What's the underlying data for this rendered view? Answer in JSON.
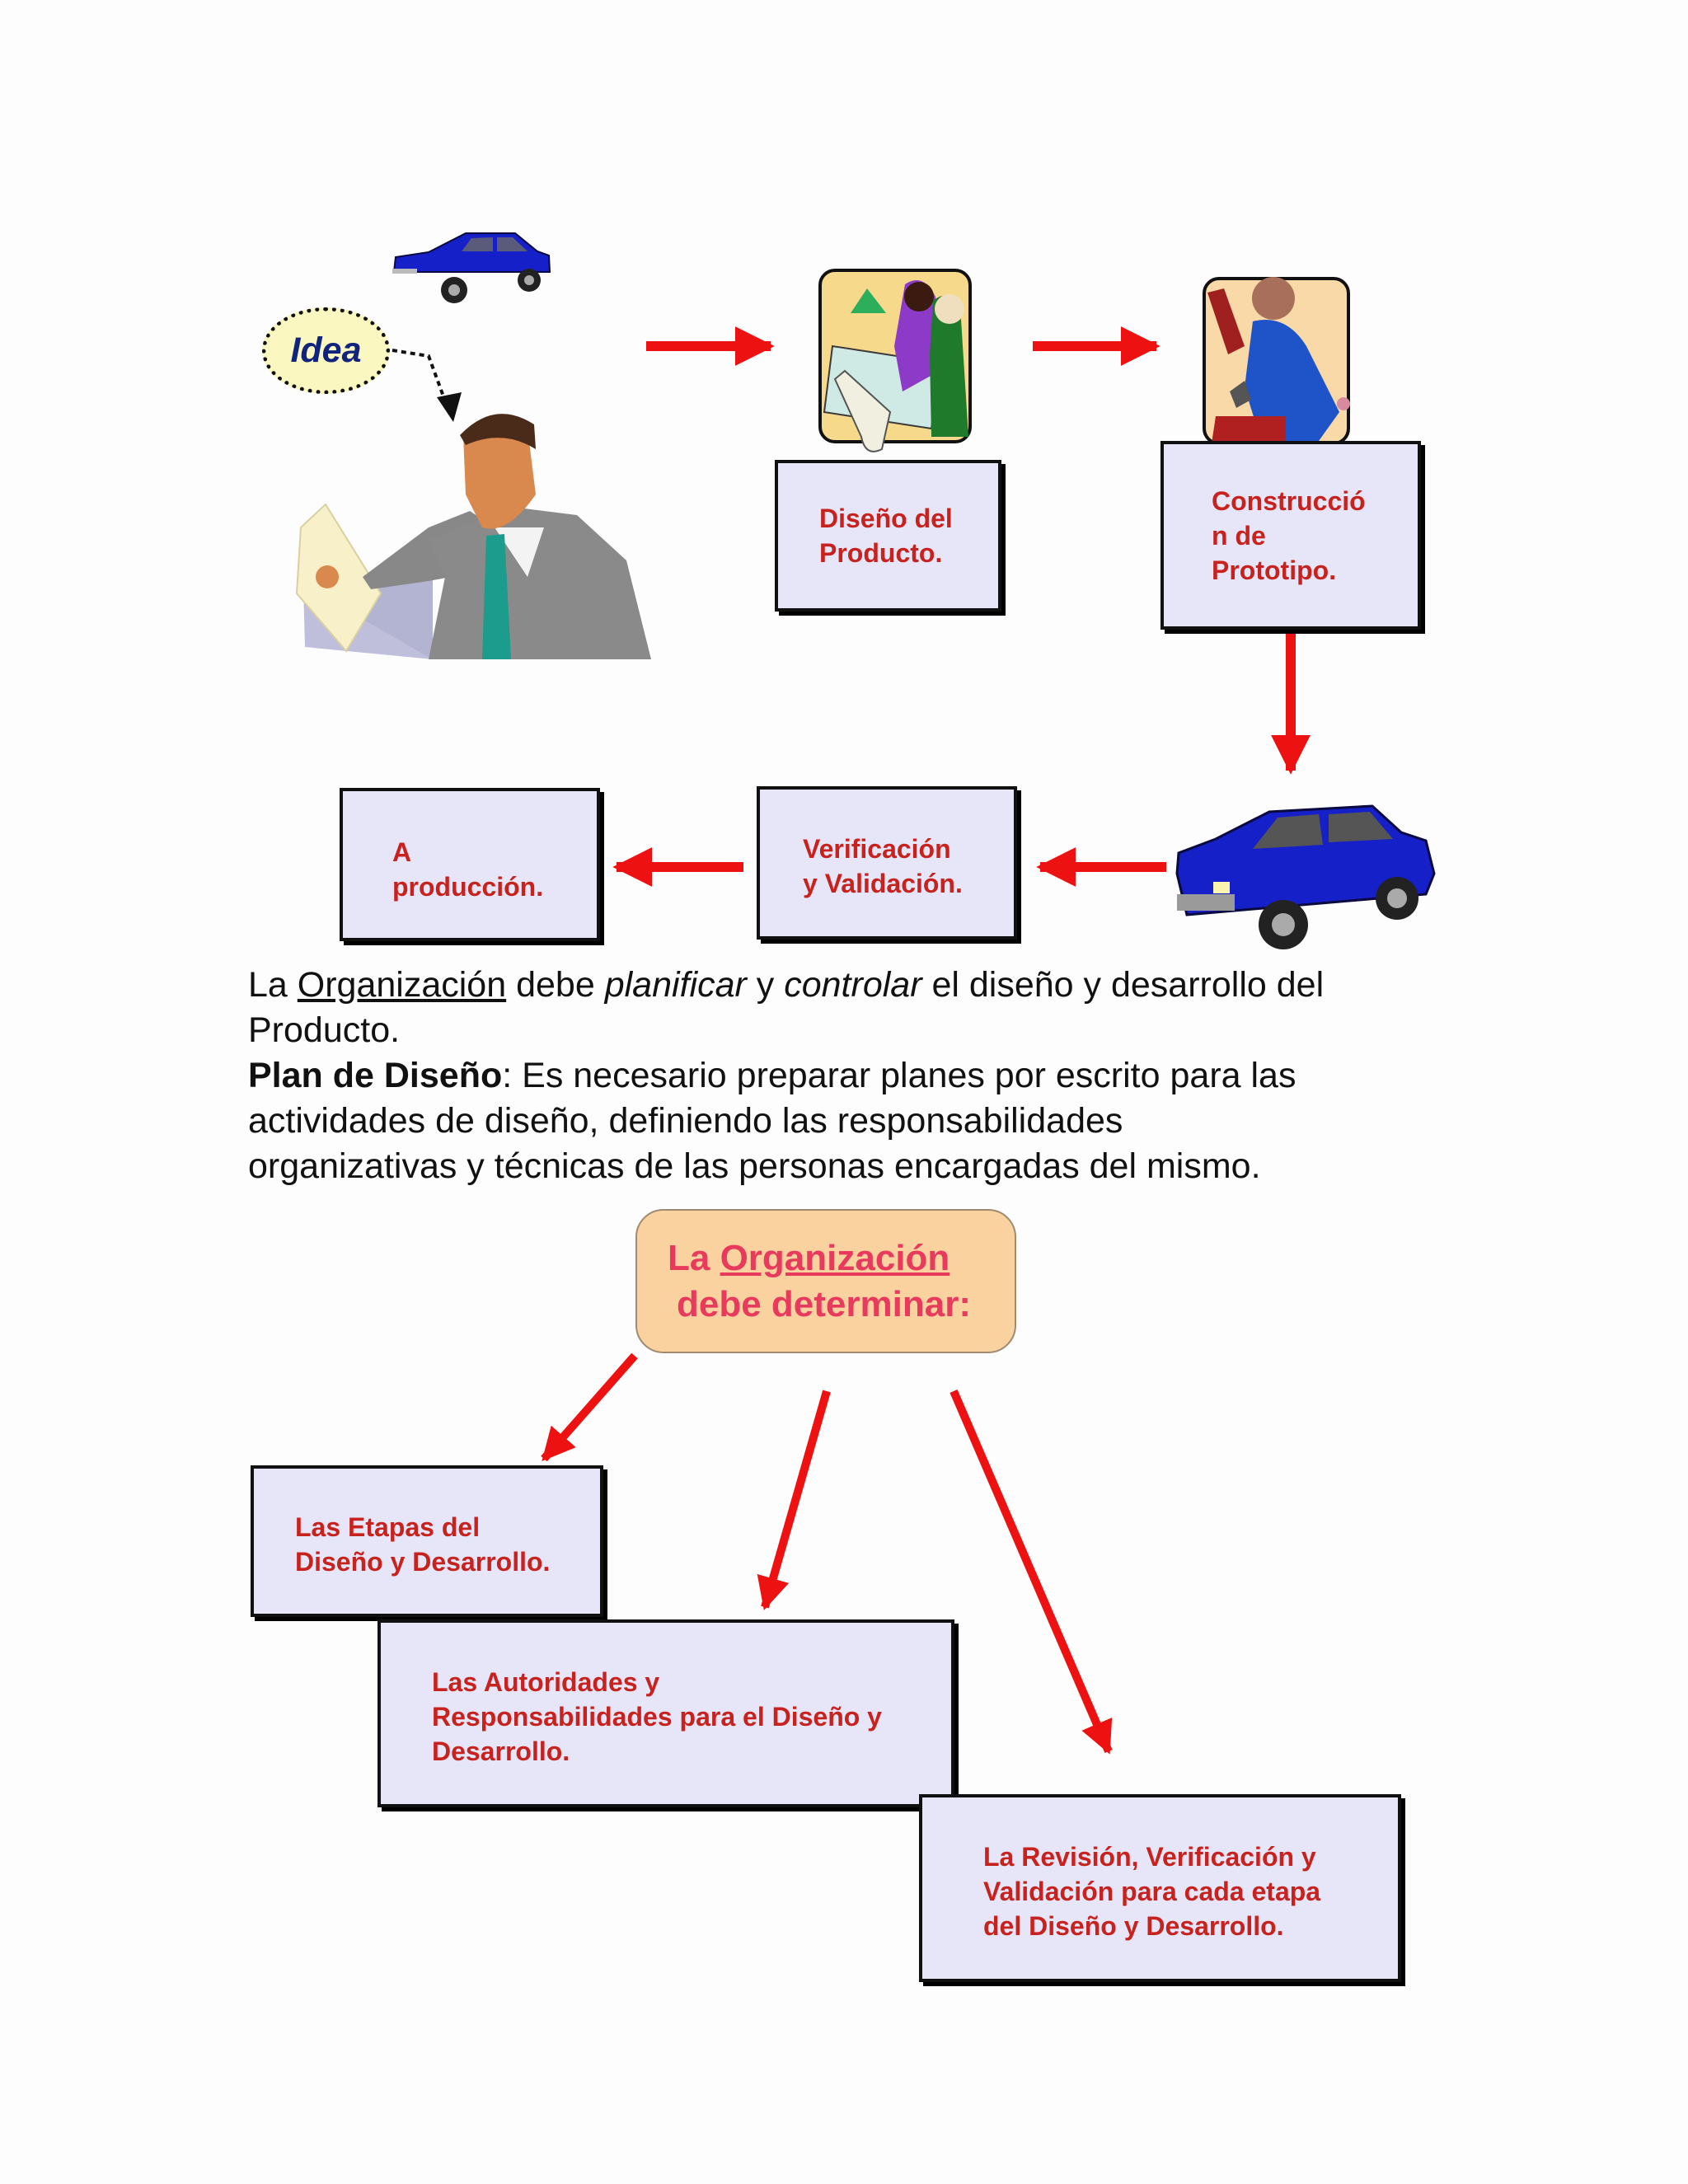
{
  "idea": {
    "label": "Idea"
  },
  "flow_boxes": {
    "design": {
      "line1": "Diseño del",
      "line2": "Producto."
    },
    "prototype": {
      "line1": "Construcció",
      "line2": "n de",
      "line3": "Prototipo."
    },
    "verification": {
      "line1": "Verificación",
      "line2": "y Validación."
    },
    "production": {
      "line1": "A",
      "line2": "producción."
    }
  },
  "paragraph": {
    "line1_p1": "La ",
    "line1_org": "Organización",
    "line1_p2": " debe ",
    "line1_plan": "planificar",
    "line1_p3": " y ",
    "line1_ctrl": "controlar",
    "line1_p4": " el diseño y desarrollo del",
    "line2": "Producto.",
    "plan_bold": "Plan de Diseño",
    "plan_rest": ": Es necesario preparar planes por escrito para las",
    "line4": "actividades de diseño, definiendo las responsabilidades",
    "line5": "organizativas y técnicas de las personas encargadas del mismo."
  },
  "organization_box": {
    "prefix": "La ",
    "org": "Organización",
    "line2": "debe determinar:"
  },
  "determine_boxes": {
    "stages": {
      "line1": "Las Etapas del",
      "line2": "Diseño y Desarrollo."
    },
    "authorities": {
      "line1": "Las Autoridades y",
      "line2": "Responsabilidades para el Diseño y",
      "line3": "Desarrollo."
    },
    "review": {
      "line1": "La Revisión, Verificación y",
      "line2": "Validación para cada etapa",
      "line3": "del Diseño y Desarrollo."
    }
  },
  "colors": {
    "arrow_red": "#ee1111",
    "box_text_red": "#c8221e",
    "box_fill": "#e6e6f8",
    "org_text_pink": "#e83a5c",
    "org_fill": "#fad2a0",
    "car_blue": "#1620c8"
  },
  "icons": [
    "car-icon",
    "businessman-icon",
    "designers-icon",
    "worker-icon",
    "large-car-icon"
  ]
}
